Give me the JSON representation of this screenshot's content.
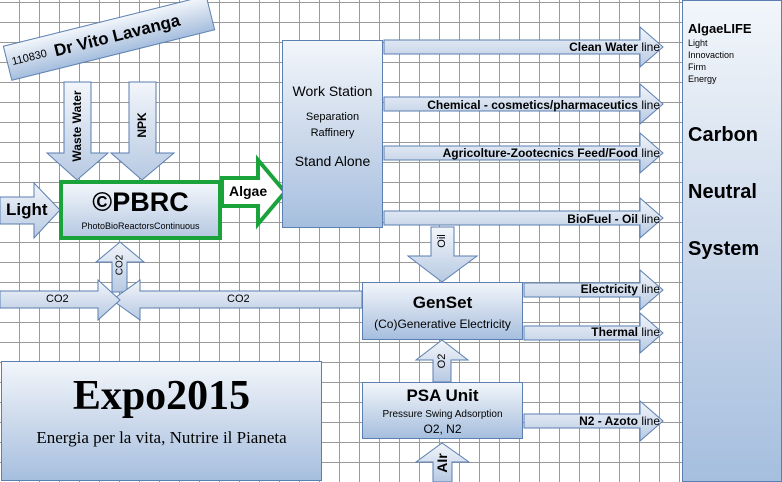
{
  "author_banner": {
    "code": "110830",
    "name": "Dr Vito Lavanga"
  },
  "inputs": {
    "waste_water": "Waste Water",
    "npk": "NPK",
    "light": "Light",
    "co2_up": "CO2",
    "air": "AIr"
  },
  "pbrc": {
    "title": "©PBRC",
    "subtitle": "PhotoBioReactorsContinuous"
  },
  "algae_label": "Algae",
  "work_station": {
    "title": "Work Station",
    "line1": "Separation",
    "line2": "Raffinery",
    "line3": "Stand Alone"
  },
  "outputs": [
    {
      "label": "Clean Water",
      "suffix": "line"
    },
    {
      "label": "Chemical - cosmetics/pharmaceutics",
      "suffix": "line"
    },
    {
      "label": "Agricolture-Zootecnics Feed/Food",
      "suffix": "line"
    },
    {
      "label": "BioFuel - Oil",
      "suffix": "line"
    }
  ],
  "oil_label": "Oil",
  "co2_flow": {
    "left": "CO2",
    "right": "CO2"
  },
  "genset": {
    "title": "GenSet",
    "subtitle": "(Co)Generative Electricity",
    "outputs": [
      {
        "label": "Electricity",
        "suffix": "line"
      },
      {
        "label": "Thermal",
        "suffix": "line"
      }
    ]
  },
  "o2_label": "O2",
  "psa": {
    "title": "PSA Unit",
    "subtitle": "Pressure Swing Adsorption",
    "gases": "O2, N2",
    "output": {
      "label": "N2 - Azoto",
      "suffix": "line"
    }
  },
  "expo": {
    "title": "Expo2015",
    "subtitle": "Energia per la vita, Nutrire il Pianeta"
  },
  "side_panel": {
    "title": "AlgaeLIFE",
    "items": [
      "Light",
      "Innovaction",
      "Firm",
      "Energy"
    ],
    "big": [
      "Carbon",
      "Neutral",
      "System"
    ]
  },
  "colors": {
    "grid": "#9a9a9a",
    "box_fill_top": "#f2f6fb",
    "box_fill_bottom": "#a6bfdf",
    "box_border": "#5b7fb0",
    "arrow_fill": "#c6d3e6",
    "pbrc_border": "#1aa33a"
  }
}
